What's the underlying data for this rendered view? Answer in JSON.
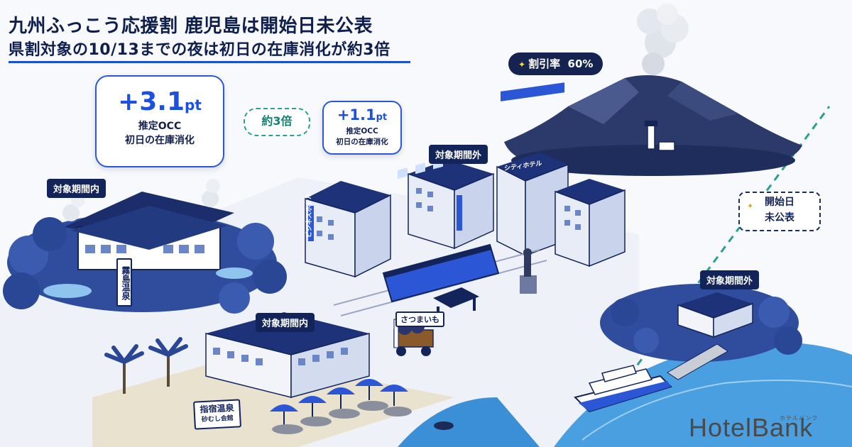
{
  "title": {
    "line1": "九州ふっこう応援割 鹿児島は開始日未公表",
    "line2": "県割対象の10/13までの夜は初日の在庫消化が約3倍"
  },
  "callout_main": {
    "value": "+3.1",
    "unit": "pt",
    "line1": "推定OCC",
    "line2": "初日の在庫消化"
  },
  "callout_small": {
    "value": "+1.1",
    "unit": "pt",
    "line1": "推定OCC",
    "line2": "初日の在庫消化"
  },
  "ratio_badge": "約3倍",
  "tags": {
    "in_period_1": "対象期間内",
    "out_period_1": "対象期間外",
    "in_period_2": "対象期間内",
    "out_period_2": "対象期間外"
  },
  "discount": {
    "label": "割引率",
    "value": "60%"
  },
  "undisclosed": {
    "line1": "開始日",
    "line2": "未公表"
  },
  "signs": {
    "sweet_potato": "さつまいも",
    "ibusuki_line1": "指宿温泉",
    "ibusuki_line2": "砂むし会館",
    "onsen": "霧島温泉"
  },
  "building_labels": {
    "city_hotel": "シティホテル",
    "business_hotel": "ビジネスホテル"
  },
  "logo": {
    "text": "HotelBank",
    "kana": "ホテルバンク"
  },
  "colors": {
    "navy": "#13245a",
    "accent_blue": "#1d4fe0",
    "teal": "#2aa18f",
    "sea": "#3a8fd6"
  },
  "icons": [
    "sparkle-icon",
    "volcano-illustration",
    "tram-illustration",
    "parasol-icon",
    "palm-tree-icon"
  ]
}
